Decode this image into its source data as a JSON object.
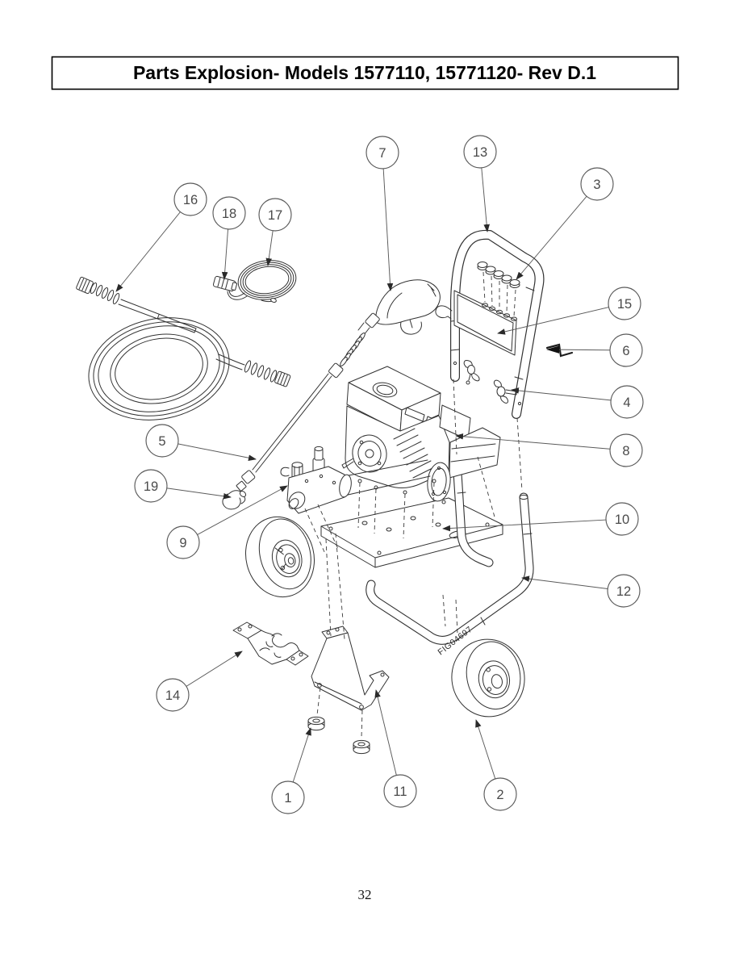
{
  "document": {
    "title": "Parts Explosion- Models 1577110, 15771120- Rev D.1",
    "figure_label": "FIG04697",
    "page_number": "32"
  },
  "colors": {
    "ink": "#323232",
    "callout_stroke": "#5a5a5a",
    "background": "#ffffff"
  },
  "callouts": [
    {
      "label": "1"
    },
    {
      "label": "2"
    },
    {
      "label": "3"
    },
    {
      "label": "4"
    },
    {
      "label": "5"
    },
    {
      "label": "6"
    },
    {
      "label": "7"
    },
    {
      "label": "8"
    },
    {
      "label": "9"
    },
    {
      "label": "10"
    },
    {
      "label": "11"
    },
    {
      "label": "12"
    },
    {
      "label": "13"
    },
    {
      "label": "14"
    },
    {
      "label": "15"
    },
    {
      "label": "16"
    },
    {
      "label": "17"
    },
    {
      "label": "18"
    },
    {
      "label": "19"
    }
  ]
}
